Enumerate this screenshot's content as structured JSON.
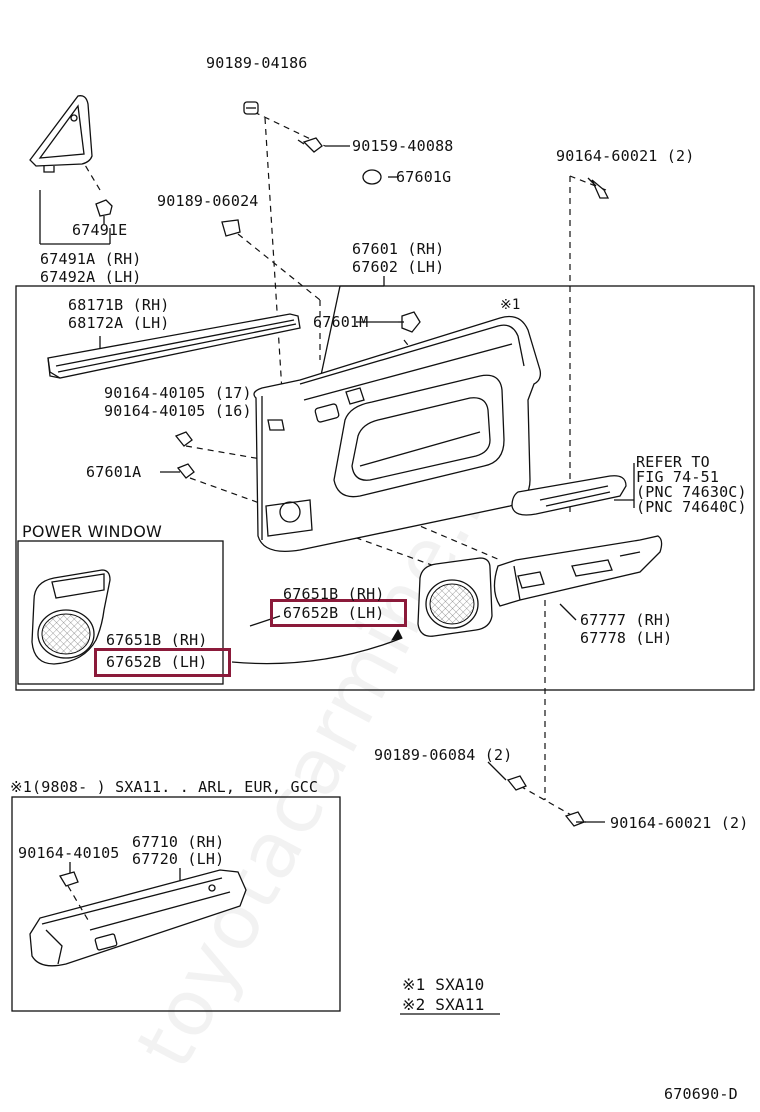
{
  "watermark": "toyotacarmine.ru",
  "diagram_code": "670690-D",
  "section_power_window": "POWER WINDOW",
  "labels": {
    "p90189_04186": "90189-04186",
    "p90159_40088": "90159-40088",
    "p67601G": "67601G",
    "p90164_60021_top": "90164-60021 (2)",
    "p90189_06024": "90189-06024",
    "p67491E": "67491E",
    "p67491A": "67491A (RH)",
    "p67492A": "67492A (LH)",
    "p67601": "67601 (RH)",
    "p67602": "67602 (LH)",
    "p68171B": "68171B (RH)",
    "p68172A": "68172A (LH)",
    "p67601M": "67601M",
    "mark1": "※1",
    "p90164_40105_17": "90164-40105 (17)",
    "p90164_40105_16": "90164-40105 (16)",
    "p67601A": "67601A",
    "refer1": "REFER TO",
    "refer2": "FIG 74-51",
    "refer3": "(PNC 74630C)",
    "refer4": "(PNC 74640C)",
    "p67651B_main": "67651B (RH)",
    "p67652B_main": "67652B (LH)",
    "p67777": "67777 (RH)",
    "p67778": "67778 (LH)",
    "p67651B_pw": "67651B (RH)",
    "p67652B_pw": "67652B (LH)",
    "p90189_06084": "90189-06084 (2)",
    "p90164_60021_bottom": "90164-60021 (2)",
    "note_sxa11": "※1(9808-      ) SXA11. . ARL, EUR, GCC",
    "p90164_40105_inset": "90164-40105",
    "p67710": "67710 (RH)",
    "p67720": "67720 (LH)",
    "legend1": "※1 SXA10",
    "legend2": "※2 SXA11"
  }
}
